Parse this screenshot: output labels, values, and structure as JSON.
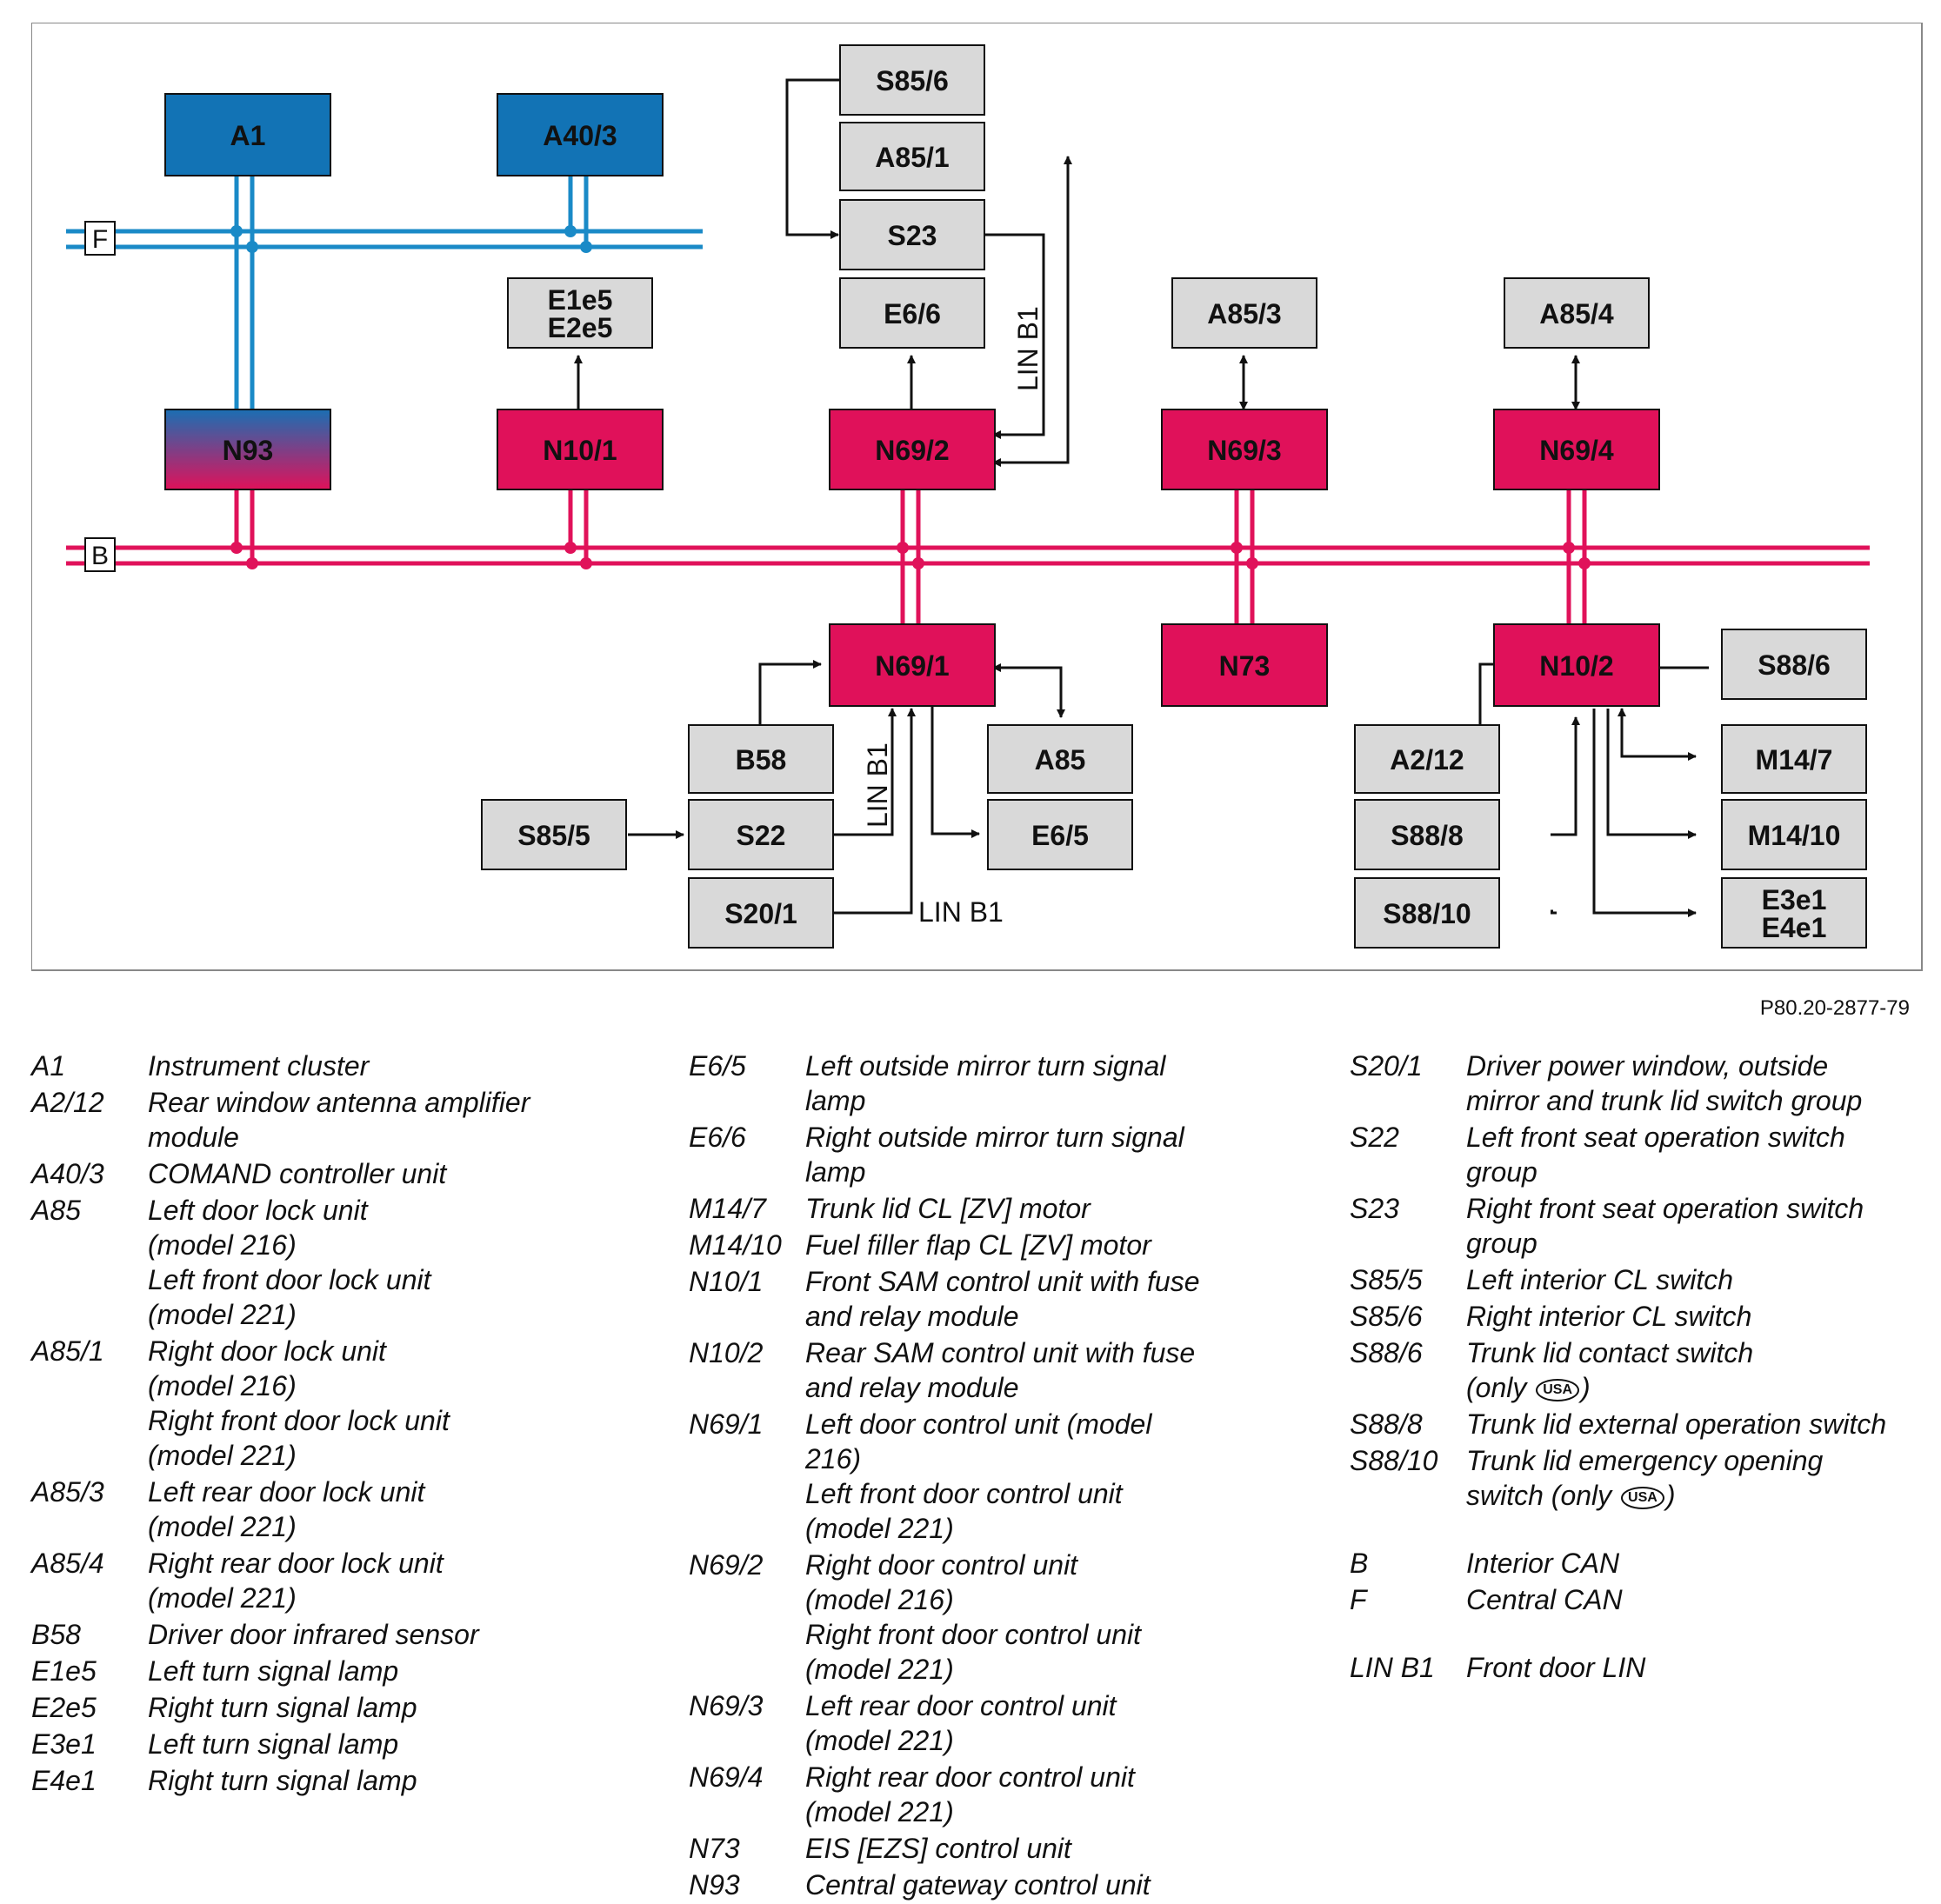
{
  "diagram": {
    "buses": [
      {
        "id": "F",
        "label": "F",
        "color": "#1a8ac7"
      },
      {
        "id": "B",
        "label": "B",
        "color": "#e0125a"
      }
    ],
    "lin_label": "LIN B1",
    "colors": {
      "central_can_module": "#1273b5",
      "interior_can_module": "#e0115a",
      "component": "#d9d9d9"
    },
    "modules": {
      "A1": "A1",
      "A40_3": "A40/3",
      "N93": "N93",
      "N10_1": "N10/1",
      "N69_2": "N69/2",
      "N69_3": "N69/3",
      "N69_4": "N69/4",
      "N69_1": "N69/1",
      "N73": "N73",
      "N10_2": "N10/2"
    },
    "components": {
      "S85_6": "S85/6",
      "A85_1": "A85/1",
      "S23": "S23",
      "E6_6": "E6/6",
      "E1e5": "E1e5",
      "E2e5": "E2e5",
      "A85_3": "A85/3",
      "A85_4": "A85/4",
      "B58": "B58",
      "A85": "A85",
      "S85_5": "S85/5",
      "S22": "S22",
      "E6_5": "E6/5",
      "S20_1": "S20/1",
      "S88_6": "S88/6",
      "A2_12": "A2/12",
      "M14_7": "M14/7",
      "S88_8": "S88/8",
      "M14_10": "M14/10",
      "S88_10": "S88/10",
      "E3e1": "E3e1",
      "E4e1": "E4e1"
    }
  },
  "figure_code": "P80.20-2877-79",
  "legend": {
    "col1": [
      {
        "code": "A1",
        "lines": [
          "Instrument cluster"
        ]
      },
      {
        "code": "A2/12",
        "lines": [
          "Rear window antenna amplifier",
          "module"
        ]
      },
      {
        "code": "A40/3",
        "lines": [
          "COMAND controller unit"
        ]
      },
      {
        "code": "A85",
        "lines": [
          "Left door lock unit",
          "(model 216)",
          "Left front door lock unit",
          "(model 221)"
        ]
      },
      {
        "code": "A85/1",
        "lines": [
          "Right door lock unit",
          "(model 216)",
          "Right front door lock unit",
          "(model 221)"
        ]
      },
      {
        "code": "A85/3",
        "lines": [
          "Left rear door lock unit",
          "(model 221)"
        ]
      },
      {
        "code": "A85/4",
        "lines": [
          "Right rear door lock unit",
          "(model 221)"
        ]
      },
      {
        "code": "B58",
        "lines": [
          "Driver door infrared sensor"
        ]
      },
      {
        "code": "E1e5",
        "lines": [
          "Left turn signal lamp"
        ]
      },
      {
        "code": "E2e5",
        "lines": [
          "Right turn signal lamp"
        ]
      },
      {
        "code": "E3e1",
        "lines": [
          "Left turn signal lamp"
        ]
      },
      {
        "code": "E4e1",
        "lines": [
          "Right turn signal lamp"
        ]
      }
    ],
    "col2": [
      {
        "code": "E6/5",
        "lines": [
          "Left outside mirror turn signal",
          "lamp"
        ]
      },
      {
        "code": "E6/6",
        "lines": [
          "Right outside mirror turn signal",
          "lamp"
        ]
      },
      {
        "code": "M14/7",
        "lines": [
          "Trunk lid CL [ZV] motor"
        ]
      },
      {
        "code": "M14/10",
        "lines": [
          "Fuel filler flap CL [ZV] motor"
        ]
      },
      {
        "code": "N10/1",
        "lines": [
          "Front SAM control unit with fuse",
          "and relay module"
        ]
      },
      {
        "code": "N10/2",
        "lines": [
          "Rear SAM control unit with fuse",
          "and relay module"
        ]
      },
      {
        "code": "N69/1",
        "lines": [
          "Left door control unit (model",
          "216)",
          "Left front door control unit",
          "(model 221)"
        ]
      },
      {
        "code": "N69/2",
        "lines": [
          "Right door control unit",
          "(model 216)",
          "Right front door control unit",
          "(model 221)"
        ]
      },
      {
        "code": "N69/3",
        "lines": [
          "Left rear door control unit",
          "(model 221)"
        ]
      },
      {
        "code": "N69/4",
        "lines": [
          "Right rear door control unit",
          "(model 221)"
        ]
      },
      {
        "code": "N73",
        "lines": [
          "EIS [EZS] control unit"
        ]
      },
      {
        "code": "N93",
        "lines": [
          "Central gateway control unit"
        ]
      }
    ],
    "col3": [
      {
        "code": "S20/1",
        "lines": [
          "Driver power window, outside",
          "mirror and trunk lid switch group"
        ]
      },
      {
        "code": "S22",
        "lines": [
          "Left front seat operation switch",
          "group"
        ]
      },
      {
        "code": "S23",
        "lines": [
          "Right front seat operation switch",
          "group"
        ]
      },
      {
        "code": "S85/5",
        "lines": [
          "Left interior CL switch"
        ]
      },
      {
        "code": "S85/6",
        "lines": [
          "Right interior CL switch"
        ]
      },
      {
        "code": "S88/6",
        "lines": [
          "Trunk lid contact switch",
          "(only ",
          ")"
        ],
        "badge": "USA"
      },
      {
        "code": "S88/8",
        "lines": [
          "Trunk lid external operation switch"
        ]
      },
      {
        "code": "S88/10",
        "lines": [
          "Trunk lid emergency opening",
          "switch (only ",
          ")"
        ],
        "badge": "USA"
      },
      {
        "code": "B",
        "lines": [
          "Interior CAN"
        ],
        "gap_before": true
      },
      {
        "code": "F",
        "lines": [
          "Central CAN"
        ]
      },
      {
        "code": "LIN B1",
        "lines": [
          "Front door LIN"
        ],
        "gap_before": true
      }
    ]
  }
}
